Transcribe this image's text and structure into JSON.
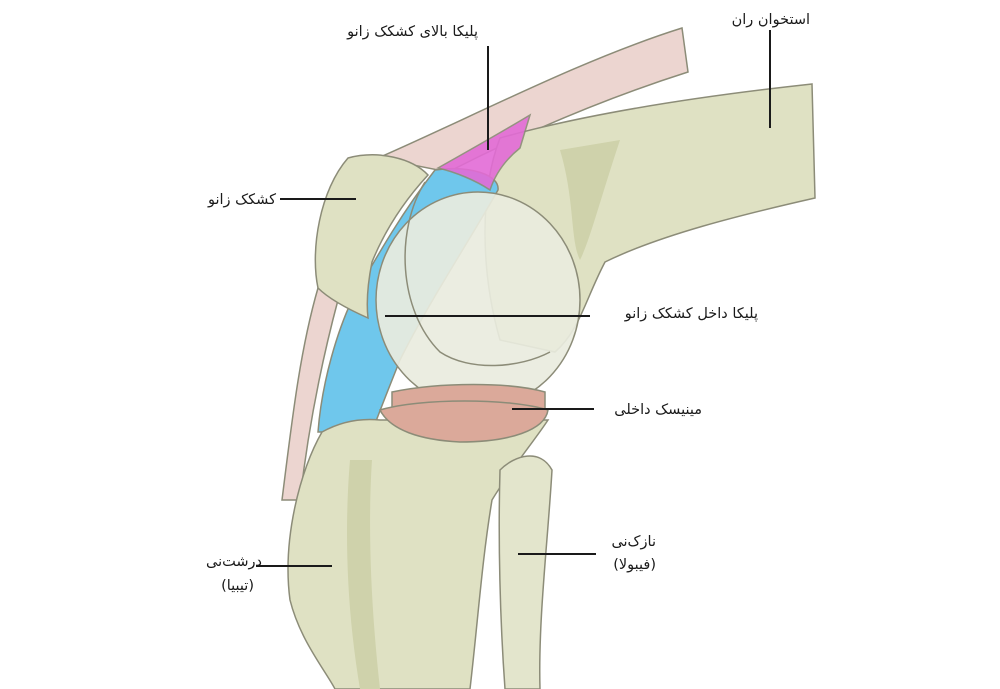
{
  "colors": {
    "bone_fill": "#dfe1c3",
    "bone_shadow": "#cfd2ab",
    "bone_outline": "#8c8c78",
    "cartilage": "#e9ebde",
    "tendon_pink": "#ecd5d0",
    "synovial_blue": "#6fc7ec",
    "suprapatellar_pink": "#e36bd6",
    "meniscus": "#dba99a",
    "meniscus_dark": "#c9917f",
    "leader": "#1a1a1a"
  },
  "labels": {
    "femur": "استخوان ران",
    "suprapatellar_plica": "پلیکا بالای کشکک زانو",
    "patella": "کشکک زانو",
    "medial_plica": "پلیکا داخل کشکک زانو",
    "medial_meniscus": "مینیسک داخلی",
    "fibula_line1": "نازک‌نی",
    "fibula_line2": "(فیبولا)",
    "tibia_line1": "درشت‌نی",
    "tibia_line2": "(تیبیا)"
  }
}
